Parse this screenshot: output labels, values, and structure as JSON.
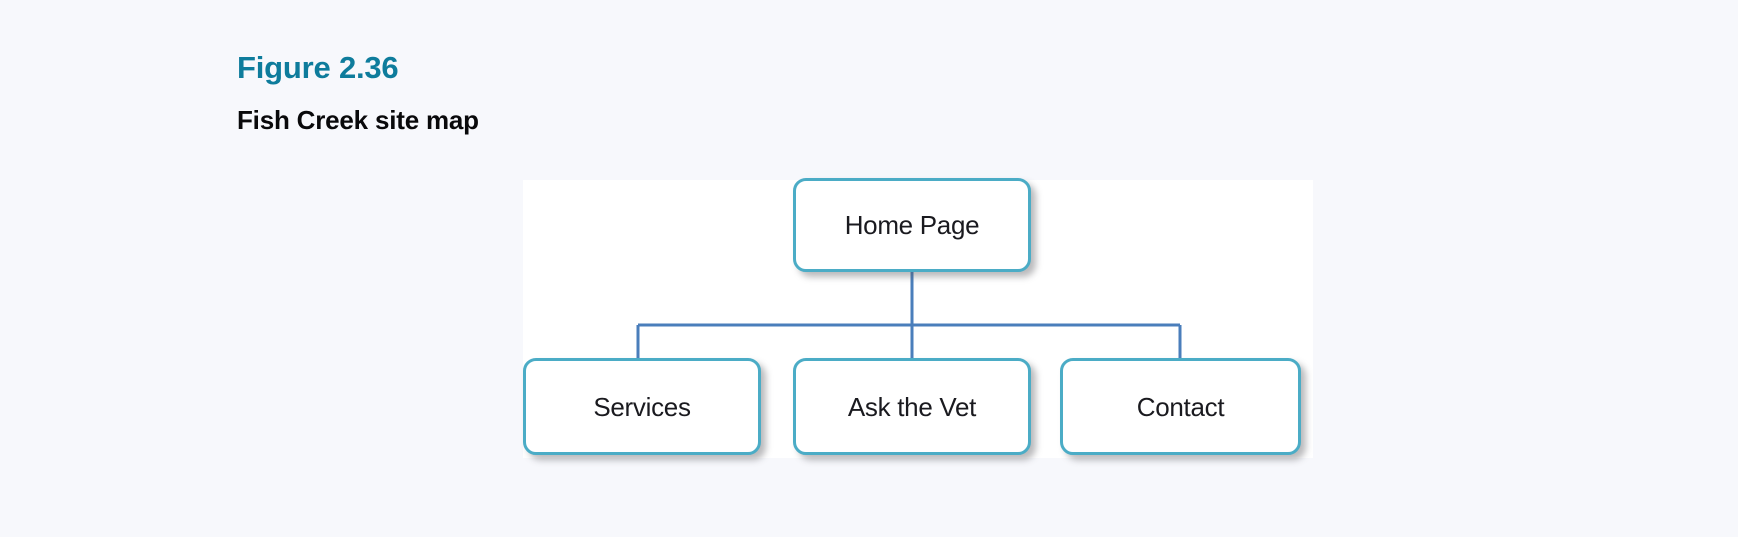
{
  "figure": {
    "number_label": "Figure 2.36",
    "caption": "Fish Creek site map"
  },
  "colors": {
    "page_background": "#f7f8fc",
    "panel_background": "#ffffff",
    "heading_teal": "#0e7c9c",
    "caption_black": "#09090b",
    "node_border_teal": "#4bacc6",
    "connector_blue": "#4a7ebb",
    "node_text": "#1a1a1f"
  },
  "diagram": {
    "type": "site-map-tree",
    "root": {
      "id": "home-page",
      "label": "Home Page"
    },
    "children": [
      {
        "id": "services",
        "label": "Services"
      },
      {
        "id": "ask-the-vet",
        "label": "Ask the Vet"
      },
      {
        "id": "contact",
        "label": "Contact"
      }
    ]
  }
}
